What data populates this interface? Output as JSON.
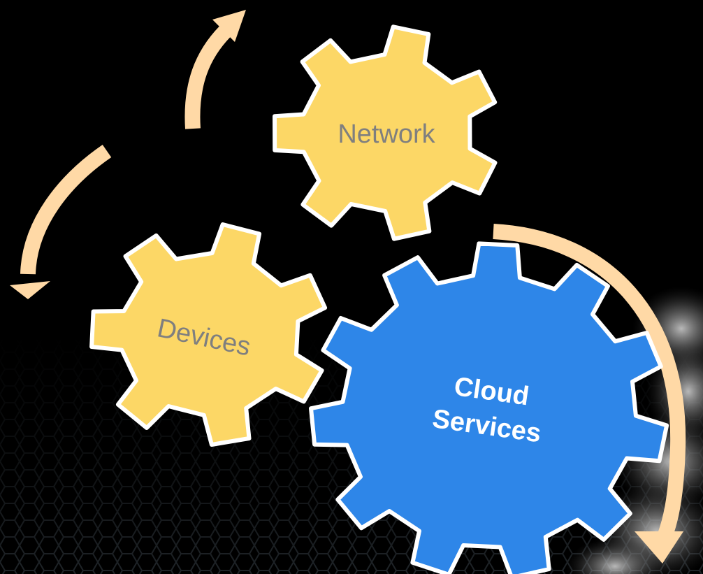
{
  "gears": [
    {
      "id": "network",
      "label": "Network",
      "fill": "#FCD766",
      "text_color": "#7F7F7F"
    },
    {
      "id": "devices",
      "label": "Devices",
      "fill": "#FCD766",
      "text_color": "#7F7F7F"
    },
    {
      "id": "cloud",
      "label_lines": [
        "Cloud",
        "Services"
      ],
      "fill": "#2E86E8",
      "text_color": "#FFFFFF"
    }
  ],
  "colors": {
    "background": "#000000",
    "arrow": "#FFD9A6",
    "gear_outline": "#FFFFFF"
  }
}
